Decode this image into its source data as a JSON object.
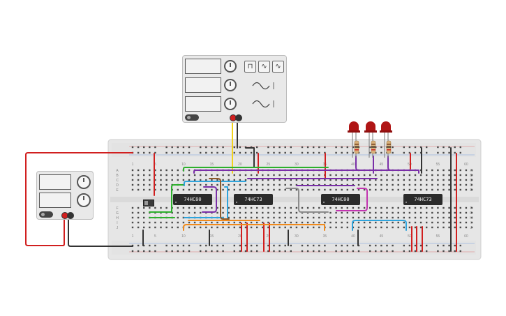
{
  "chips": [
    {
      "label": "74HC00"
    },
    {
      "label": "74HC73"
    },
    {
      "label": "74HC00"
    },
    {
      "label": "74HC73"
    }
  ],
  "column_numbers": [
    "1",
    "5",
    "10",
    "15",
    "20",
    "25",
    "30",
    "35",
    "40",
    "45",
    "50",
    "55",
    "60"
  ],
  "row_letters_top": [
    "A",
    "B",
    "C",
    "D",
    "E"
  ],
  "row_letters_bottom": [
    "F",
    "G",
    "H",
    "I",
    "J"
  ],
  "wire_colors": {
    "red": "#d11f1f",
    "black": "#333333",
    "yellow": "#f2d21a",
    "green": "#2db02d",
    "purple": "#7a2fa8",
    "blue": "#2fa4dc",
    "orange": "#f08a1c",
    "brown": "#8b5a2b",
    "gray": "#8c8c8c",
    "magenta": "#c234b0"
  },
  "breadboard_color": "#e6e6e6",
  "led_color": "#b01515"
}
